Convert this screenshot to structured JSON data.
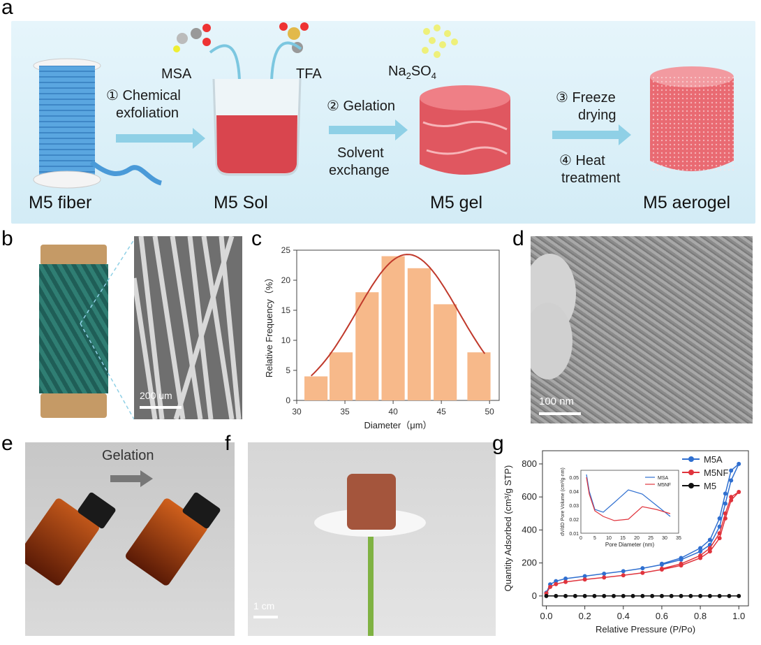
{
  "panels": {
    "a": "a",
    "b": "b",
    "c": "c",
    "d": "d",
    "e": "e",
    "f": "f",
    "g": "g"
  },
  "schematic": {
    "chem1": "MSA",
    "chem2": "TFA",
    "salt": "Na",
    "salt_sub": "2",
    "salt_tail": "SO",
    "salt_sub2": "4",
    "step1_line1": "① Chemical",
    "step1_line2": "exfoliation",
    "step2": "② Gelation",
    "step2b_line1": "Solvent",
    "step2b_line2": "exchange",
    "step3_line1": "③ Freeze",
    "step3_line2": "drying",
    "step4_line1": "④ Heat",
    "step4_line2": "treatment",
    "stage1": "M5 fiber",
    "stage2": "M5 Sol",
    "stage3": "M5 gel",
    "stage4": "M5 aerogel"
  },
  "scalebars": {
    "b": "200 um",
    "d": "100 nm",
    "f": "1 cm"
  },
  "gelation_label": "Gelation",
  "colors": {
    "accent_blue": "#4a90d9",
    "red_sol": "#d9454e",
    "bar_orange": "#f7b98a",
    "curve": "#c0392b"
  },
  "chart_data": [
    {
      "type": "bar",
      "panel": "c",
      "xlabel": "Diameter（μm）",
      "ylabel": "Relative Frequency（%）",
      "x_ticks": [
        30,
        35,
        40,
        45,
        50
      ],
      "y_ticks": [
        0,
        5,
        10,
        15,
        20,
        25
      ],
      "xlim": [
        30,
        51
      ],
      "ylim": [
        0,
        25
      ],
      "bins": [
        {
          "center": 32,
          "value": 4
        },
        {
          "center": 34.6,
          "value": 8
        },
        {
          "center": 37.3,
          "value": 18
        },
        {
          "center": 40,
          "value": 24
        },
        {
          "center": 42.7,
          "value": 22
        },
        {
          "center": 45.4,
          "value": 16
        },
        {
          "center": 48.9,
          "value": 8
        }
      ],
      "fit_curve": {
        "mean": 41.5,
        "peak": 24.3,
        "sigma": 5.3
      }
    },
    {
      "type": "line",
      "panel": "g",
      "xlabel": "Relative Pressure (P/Po)",
      "ylabel": "Quantity Adsorbed (cm³/g STP)",
      "x_ticks": [
        0.0,
        0.2,
        0.4,
        0.6,
        0.8,
        1.0
      ],
      "y_ticks": [
        0,
        200,
        400,
        600,
        800
      ],
      "xlim": [
        -0.02,
        1.05
      ],
      "ylim": [
        -60,
        880
      ],
      "legend_position": "top-right",
      "series": [
        {
          "name": "M5A",
          "color": "#2f6fd0",
          "x": [
            0,
            0.02,
            0.05,
            0.1,
            0.2,
            0.3,
            0.4,
            0.5,
            0.6,
            0.7,
            0.8,
            0.85,
            0.9,
            0.93,
            0.96,
            1.0,
            0.96,
            0.93,
            0.9,
            0.85,
            0.8,
            0.7,
            0.6
          ],
          "y": [
            20,
            70,
            90,
            105,
            120,
            135,
            150,
            168,
            190,
            220,
            270,
            310,
            420,
            560,
            700,
            800,
            760,
            620,
            470,
            340,
            290,
            230,
            195
          ]
        },
        {
          "name": "M5NF",
          "color": "#e0343d",
          "x": [
            0,
            0.02,
            0.05,
            0.1,
            0.2,
            0.3,
            0.4,
            0.5,
            0.6,
            0.7,
            0.8,
            0.85,
            0.9,
            0.93,
            0.96,
            1.0,
            0.96,
            0.93,
            0.9,
            0.85,
            0.8,
            0.7,
            0.6
          ],
          "y": [
            15,
            55,
            72,
            85,
            100,
            112,
            125,
            140,
            160,
            185,
            230,
            270,
            350,
            470,
            580,
            630,
            600,
            500,
            380,
            290,
            245,
            195,
            165
          ]
        },
        {
          "name": "M5",
          "color": "#111111",
          "x": [
            0,
            0.05,
            0.1,
            0.15,
            0.2,
            0.25,
            0.3,
            0.35,
            0.4,
            0.45,
            0.5,
            0.55,
            0.6,
            0.65,
            0.7,
            0.75,
            0.8,
            0.85,
            0.9,
            0.95,
            1.0
          ],
          "y": [
            0,
            0,
            0,
            0,
            0,
            0,
            0,
            0,
            0,
            0,
            0,
            0,
            0,
            0,
            0,
            0,
            0,
            0,
            0,
            0,
            0
          ]
        }
      ]
    },
    {
      "type": "line",
      "panel": "g-inset",
      "xlabel": "Pore Diameter (nm)",
      "ylabel": "dV/dD Pore Volume (cm³/g·nm)",
      "x_ticks": [
        0,
        5,
        10,
        15,
        20,
        25,
        30,
        35
      ],
      "y_ticks": [
        0.01,
        0.02,
        0.03,
        0.04,
        0.05
      ],
      "xlim": [
        0,
        35
      ],
      "ylim": [
        0.01,
        0.055
      ],
      "legend_position": "top-right",
      "series": [
        {
          "name": "MSA",
          "color": "#2f6fd0",
          "x": [
            2,
            3,
            5,
            8,
            12,
            17,
            22,
            27,
            32
          ],
          "y": [
            0.052,
            0.04,
            0.027,
            0.025,
            0.032,
            0.041,
            0.038,
            0.03,
            0.022
          ]
        },
        {
          "name": "M5NF",
          "color": "#e0343d",
          "x": [
            2,
            3,
            5,
            8,
            12,
            17,
            22,
            27,
            32
          ],
          "y": [
            0.05,
            0.038,
            0.026,
            0.022,
            0.019,
            0.02,
            0.029,
            0.027,
            0.024
          ]
        }
      ]
    }
  ]
}
